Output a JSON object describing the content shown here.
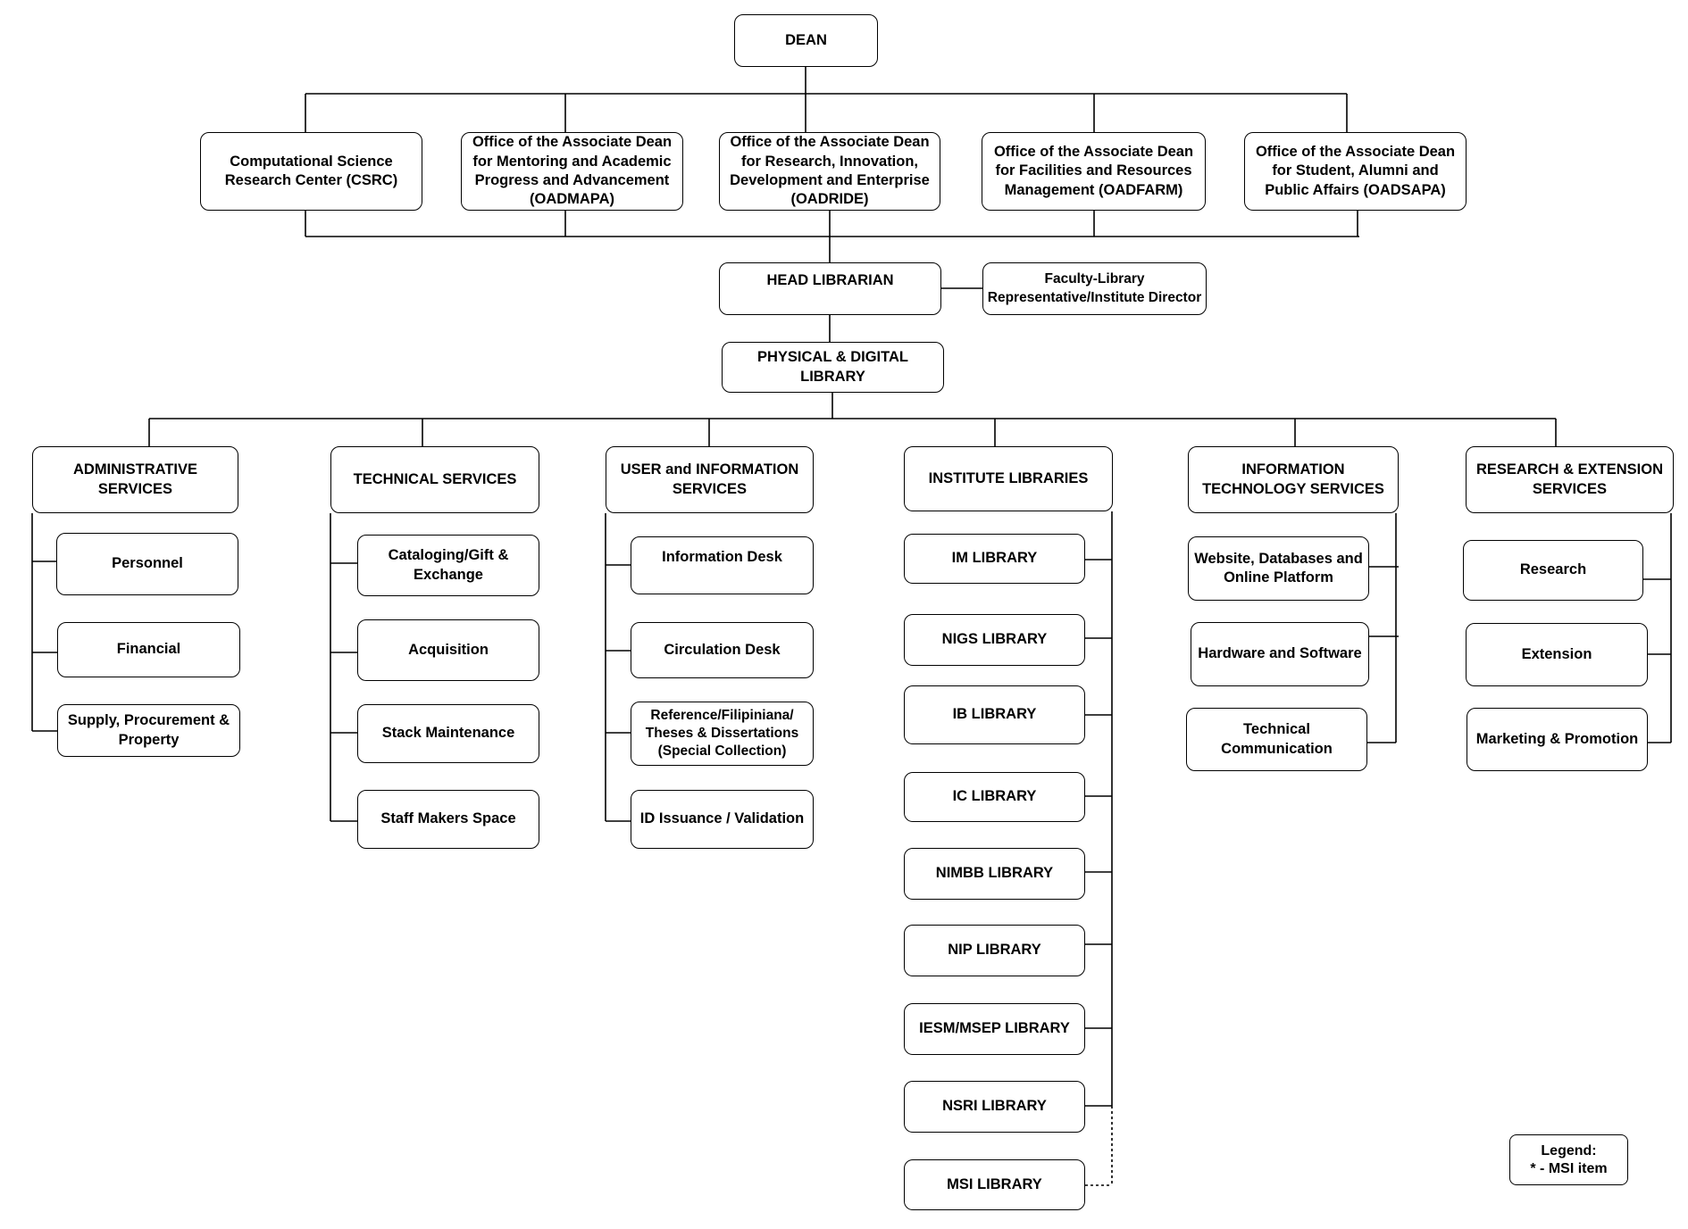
{
  "nodes": {
    "dean": "DEAN",
    "csrc": "Computational Science Research Center (CSRC)",
    "oadmapa": "Office of the Associate Dean for Mentoring and Academic Progress and Advancement (OADMAPA)",
    "oadride": "Office of the Associate Dean for Research, Innovation, Development and Enterprise (OADRIDE)",
    "oadfarm": "Office of the Associate Dean for Facilities and Resources Management (OADFARM)",
    "oadsapa": "Office of the Associate Dean for Student, Alumni and Public Affairs (OADSAPA)",
    "head_librarian": "HEAD LIBRARIAN",
    "faculty_rep": "Faculty-Library Representative/Institute Director",
    "phys_digital": "PHYSICAL & DIGITAL LIBRARY",
    "admin": "ADMINISTRATIVE SERVICES",
    "technical": "TECHNICAL SERVICES",
    "user_info": "USER and INFORMATION SERVICES",
    "institute": "INSTITUTE LIBRARIES",
    "it": "INFORMATION TECHNOLOGY SERVICES",
    "research_ext": "RESEARCH & EXTENSION SERVICES"
  },
  "admin_items": [
    "Personnel",
    "Financial",
    "Supply, Procurement & Property"
  ],
  "technical_items": [
    "Cataloging/Gift & Exchange",
    "Acquisition",
    "Stack Maintenance",
    "Staff Makers Space"
  ],
  "user_items": [
    "Information Desk",
    "Circulation Desk",
    "Reference/Filipiniana/ Theses & Dissertations (Special Collection)",
    "ID Issuance / Validation"
  ],
  "institute_items": [
    "IM LIBRARY",
    "NIGS LIBRARY",
    "IB LIBRARY",
    "IC LIBRARY",
    "NIMBB LIBRARY",
    "NIP LIBRARY",
    "IESM/MSEP LIBRARY",
    "NSRI LIBRARY",
    "MSI LIBRARY"
  ],
  "it_items": [
    "Website, Databases and Online Platform",
    "Hardware and Software",
    "Technical Communication"
  ],
  "research_items": [
    "Research",
    "Extension",
    "Marketing & Promotion"
  ],
  "legend": {
    "title": "Legend:",
    "item": "* - MSI item"
  }
}
